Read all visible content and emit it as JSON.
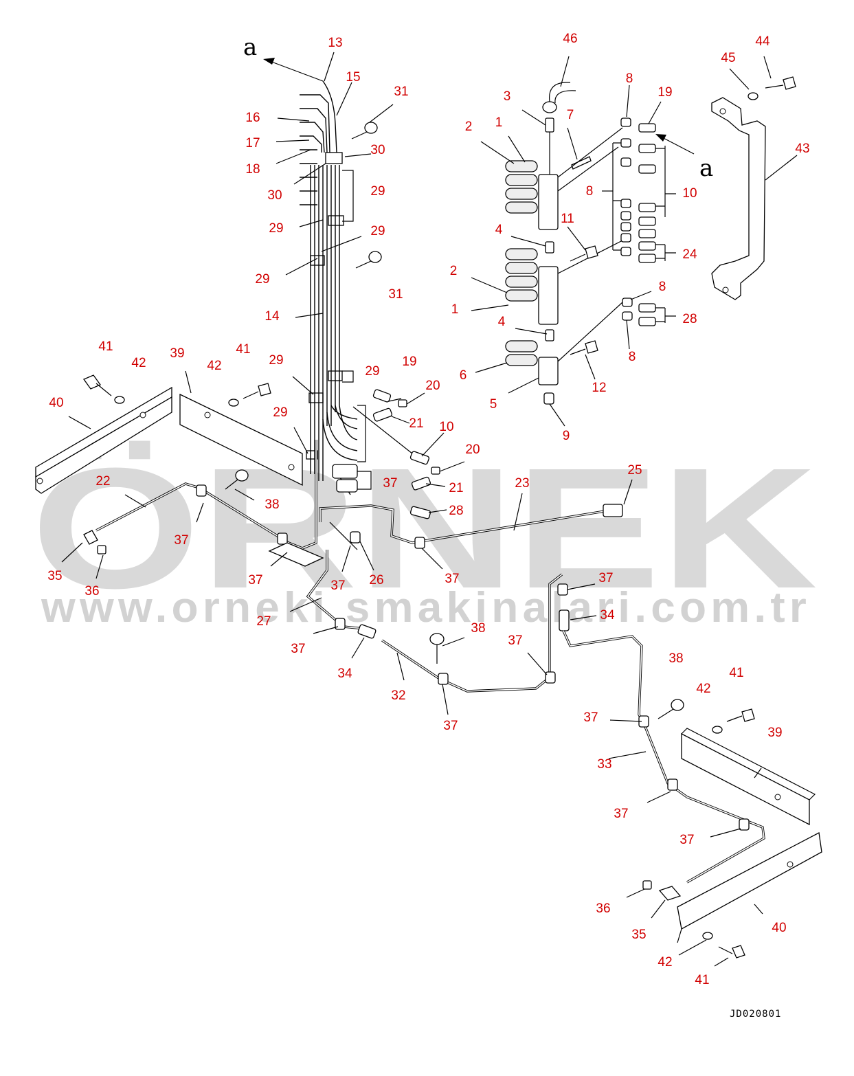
{
  "watermark": {
    "brand": "ÖRNEK",
    "url": "www.orneki smakinalari.com.tr"
  },
  "view_markers": {
    "top_left": "a",
    "right": "a"
  },
  "drawing_code": "JD020801",
  "callouts": [
    "13",
    "15",
    "31",
    "16",
    "17",
    "30",
    "18",
    "30",
    "29",
    "29",
    "29",
    "29",
    "14",
    "31",
    "29",
    "29",
    "29",
    "41",
    "42",
    "39",
    "41",
    "42",
    "40",
    "22",
    "38",
    "37",
    "35",
    "36",
    "37",
    "37",
    "27",
    "37",
    "34",
    "32",
    "37",
    "26",
    "19",
    "20",
    "21",
    "10",
    "20",
    "21",
    "37",
    "28",
    "23",
    "25",
    "37",
    "37",
    "34",
    "38",
    "37",
    "37",
    "33",
    "37",
    "37",
    "38",
    "42",
    "41",
    "39",
    "36",
    "35",
    "42",
    "41",
    "40",
    "46",
    "3",
    "7",
    "2",
    "1",
    "8",
    "19",
    "10",
    "8",
    "24",
    "4",
    "11",
    "2",
    "1",
    "4",
    "8",
    "28",
    "8",
    "6",
    "5",
    "12",
    "9",
    "45",
    "44",
    "43"
  ]
}
